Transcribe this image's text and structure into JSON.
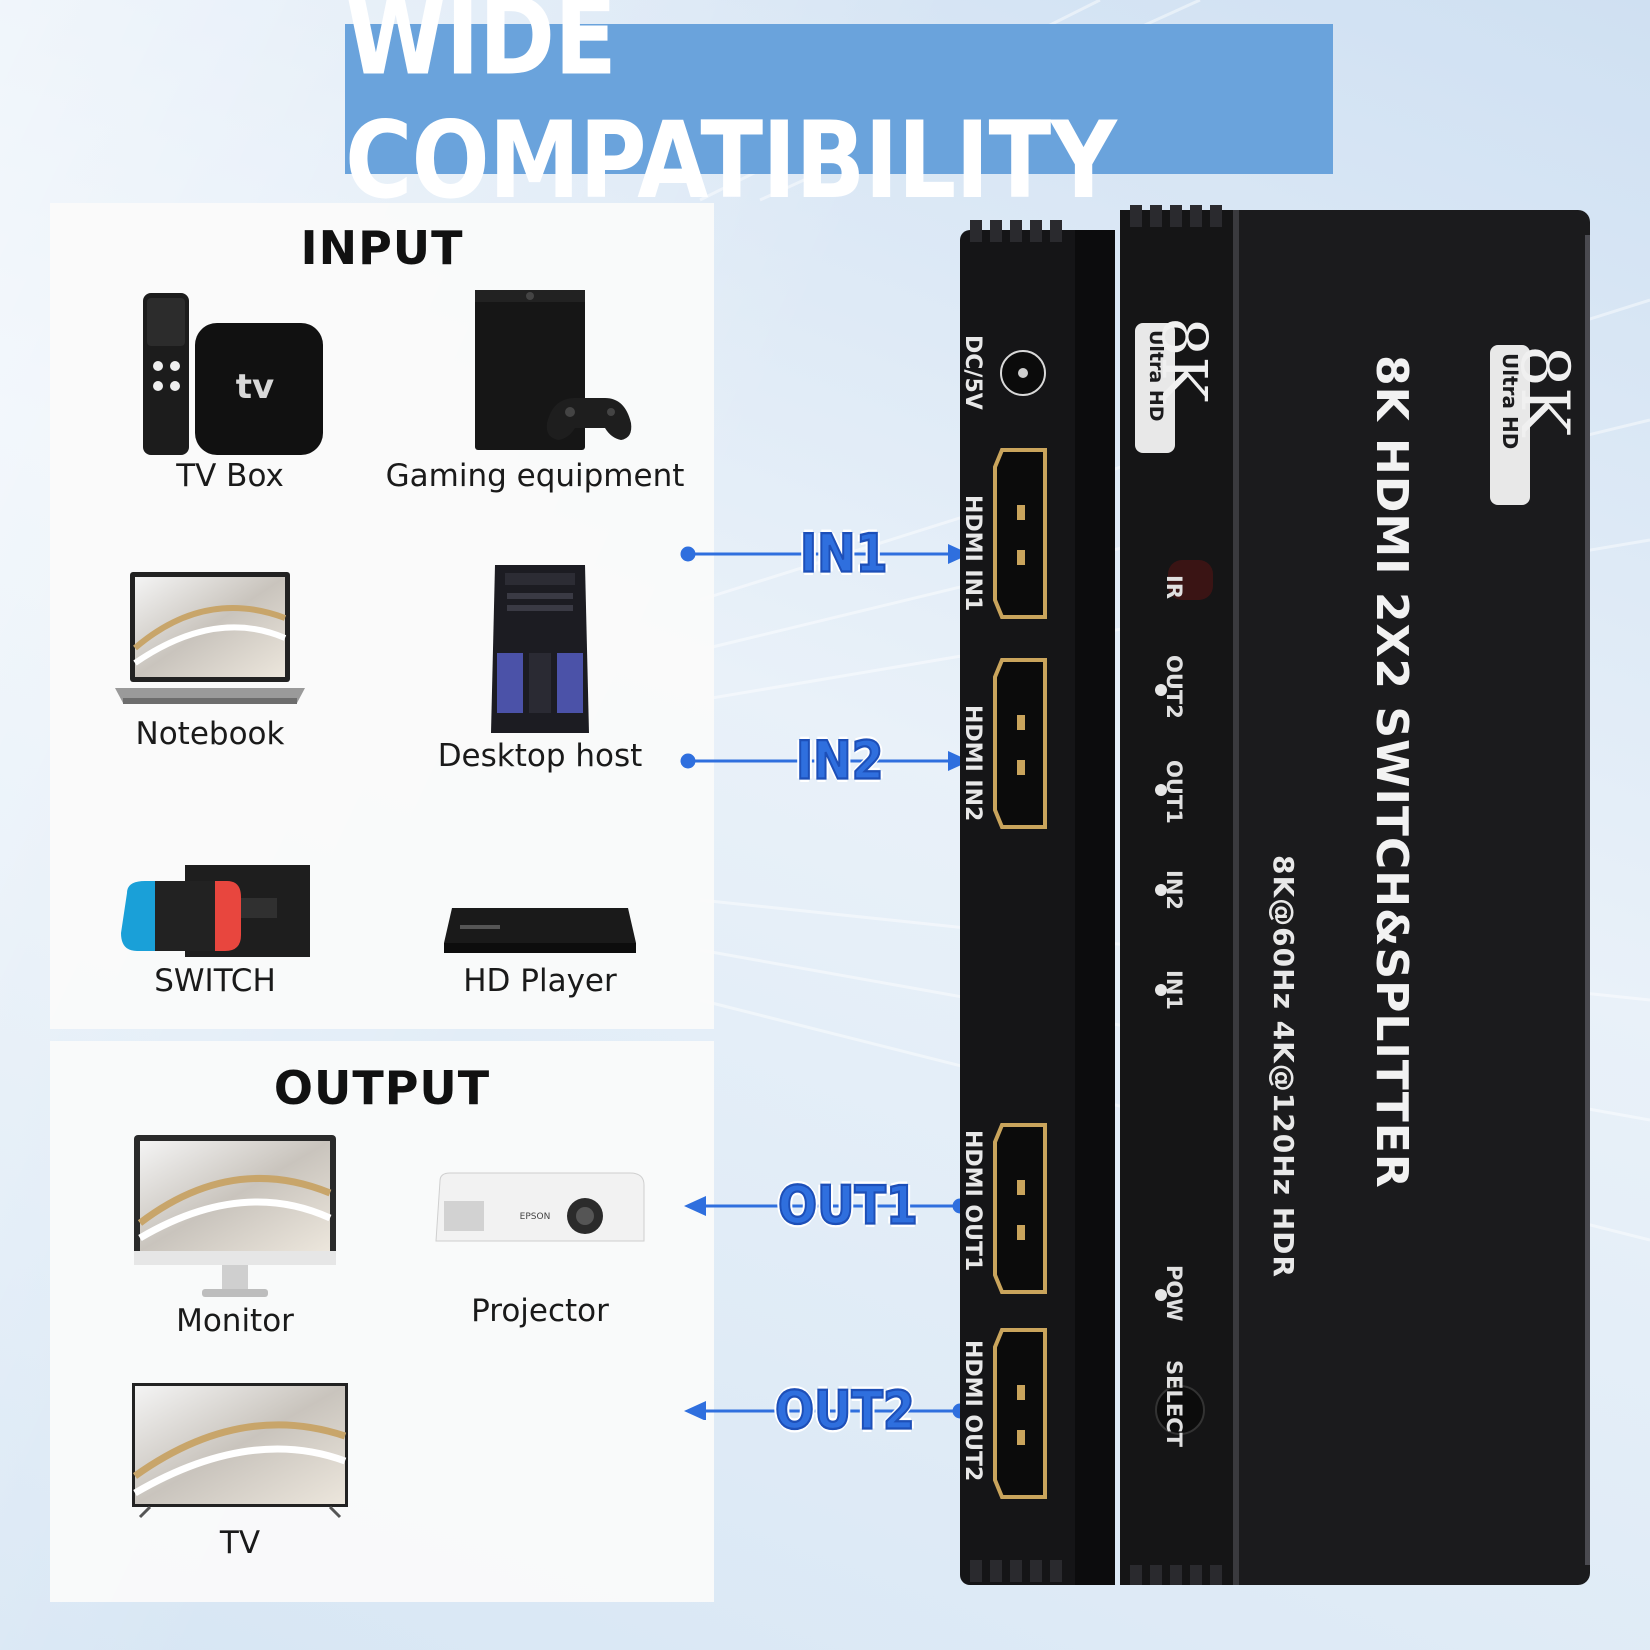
{
  "banner": {
    "title": "WIDE COMPATIBILITY"
  },
  "input": {
    "title": "INPUT",
    "devices": [
      {
        "label": "TV Box",
        "icon": "tv-box-icon"
      },
      {
        "label": "Gaming equipment",
        "icon": "game-console-icon"
      },
      {
        "label": "Notebook",
        "icon": "laptop-icon"
      },
      {
        "label": "Desktop host",
        "icon": "desktop-tower-icon"
      },
      {
        "label": "SWITCH",
        "icon": "handheld-console-icon"
      },
      {
        "label": "HD Player",
        "icon": "blu-ray-player-icon"
      }
    ],
    "tv_logo": "tv"
  },
  "output": {
    "title": "OUTPUT",
    "devices": [
      {
        "label": "Monitor",
        "icon": "monitor-icon"
      },
      {
        "label": "Projector",
        "icon": "projector-icon"
      },
      {
        "label": "TV",
        "icon": "tv-icon"
      }
    ],
    "projector_brand": "EPSON"
  },
  "connectors": {
    "in1": "IN1",
    "in2": "IN2",
    "out1": "OUT1",
    "out2": "OUT2"
  },
  "product": {
    "headline": "8K HDMI 2X2 SWITCH&SPLITTER",
    "spec": "8K@60Hz  4K@120Hz  HDR",
    "badge_big": "8K",
    "badge_small": "Ultra HD",
    "side_ports": {
      "power": "DC/5V",
      "in1": "HDMI IN1",
      "in2": "HDMI IN2",
      "out1": "HDMI OUT1",
      "out2": "HDMI OUT2"
    },
    "leds": {
      "ir": "IR",
      "out2": "OUT2",
      "out1": "OUT1",
      "in2": "IN2",
      "in1": "IN1",
      "pow": "POW",
      "select": "SELECT"
    }
  },
  "colors": {
    "banner": "#6aa3dc",
    "accent_blue": "#2f6fde",
    "device_body": "#1b1b1d"
  }
}
